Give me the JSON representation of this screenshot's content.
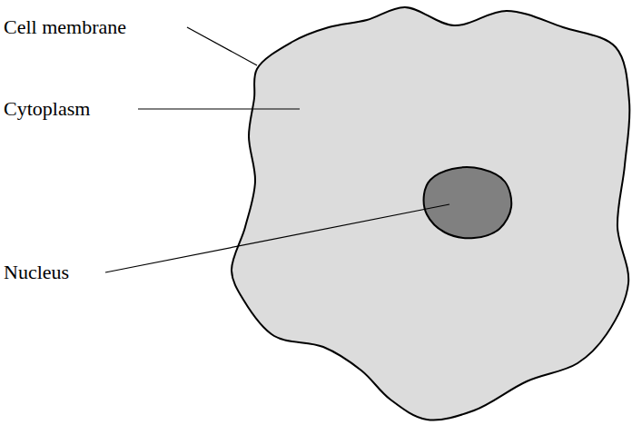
{
  "diagram": {
    "labels": [
      "Cell membrane",
      "Cytoplasm",
      "Nucleus"
    ]
  }
}
